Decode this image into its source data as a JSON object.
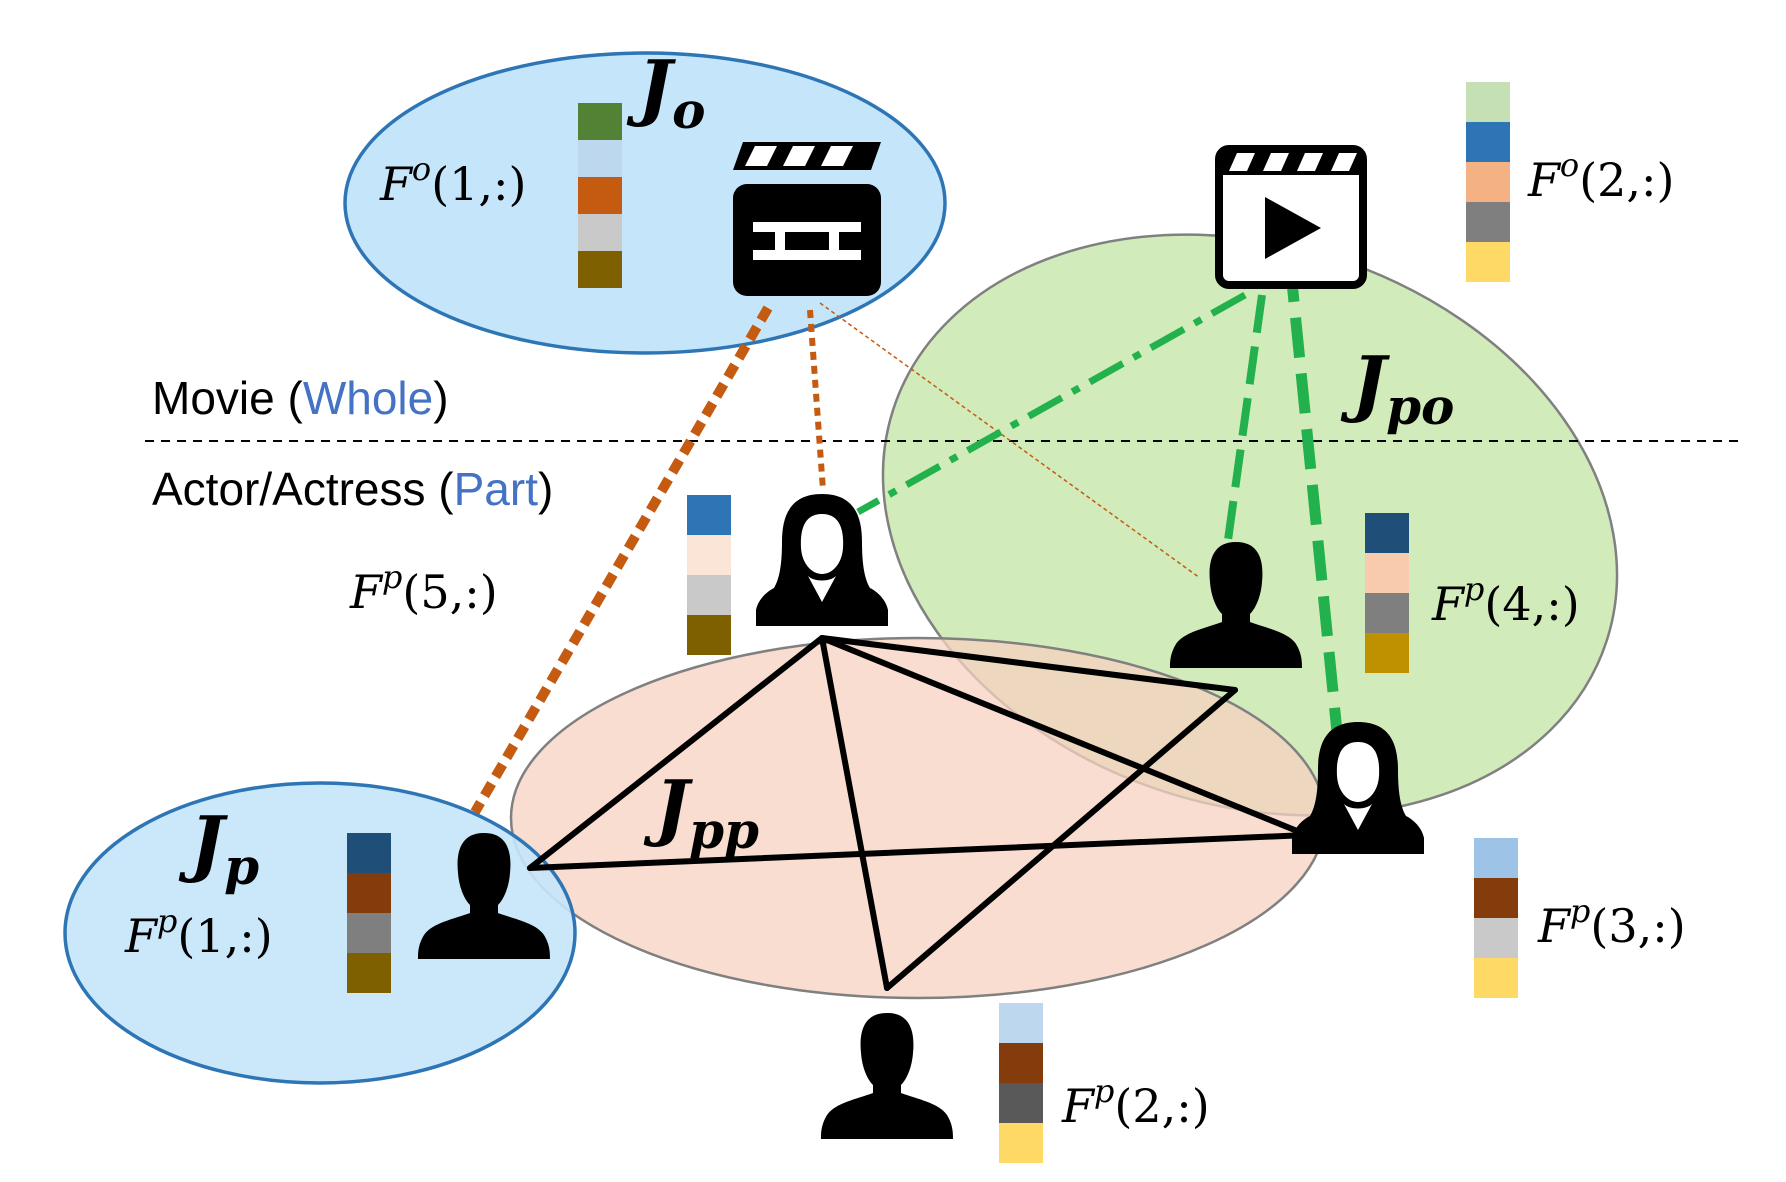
{
  "diagram": {
    "regions": {
      "movie": {
        "prefix": "Movie (",
        "highlight": "Whole",
        "suffix": ")"
      },
      "actor": {
        "prefix": "Actor/Actress (",
        "highlight": "Part",
        "suffix": ")"
      }
    },
    "groups": {
      "jo": {
        "main": "J",
        "sub": "o"
      },
      "jp": {
        "main": "J",
        "sub": "p"
      },
      "jpp": {
        "main": "J",
        "sub": "pp"
      },
      "jpo": {
        "main": "J",
        "sub": "po"
      }
    },
    "features": {
      "fo1": {
        "letter": "F",
        "sup": "o",
        "arg": "(1,:)",
        "colors": [
          "#548235",
          "#bdd7ee",
          "#c55a11",
          "#c9c9c9",
          "#7f6000"
        ]
      },
      "fo2": {
        "letter": "F",
        "sup": "o",
        "arg": "(2,:)",
        "colors": [
          "#c5e0b4",
          "#2e75b6",
          "#f4b183",
          "#7f7f7f",
          "#ffd966"
        ]
      },
      "fp1": {
        "letter": "F",
        "sup": "p",
        "arg": "(1,:)",
        "colors": [
          "#1f4e79",
          "#843c0c",
          "#7f7f7f",
          "#7f6000"
        ]
      },
      "fp2": {
        "letter": "F",
        "sup": "p",
        "arg": "(2,:)",
        "colors": [
          "#bdd7ee",
          "#843c0c",
          "#595959",
          "#ffd966"
        ]
      },
      "fp3": {
        "letter": "F",
        "sup": "p",
        "arg": "(3,:)",
        "colors": [
          "#9dc3e6",
          "#843c0c",
          "#c9c9c9",
          "#ffd966"
        ]
      },
      "fp4": {
        "letter": "F",
        "sup": "p",
        "arg": "(4,:)",
        "colors": [
          "#1f4e79",
          "#f8cbad",
          "#7f7f7f",
          "#bf9000"
        ]
      },
      "fp5": {
        "letter": "F",
        "sup": "p",
        "arg": "(5,:)",
        "colors": [
          "#2e75b6",
          "#fbe5d6",
          "#c9c9c9",
          "#7f6000"
        ]
      }
    },
    "icons": [
      "clapperboard-icon",
      "video-play-icon",
      "female-person-icon",
      "male-person-icon"
    ],
    "colors": {
      "blue_fill": "#c5e6fa",
      "blue_stroke": "#2e75b6",
      "green_fill": "#c9e8ae",
      "orange_fill": "#f6d2c0",
      "dashed_orange": "#c55a11",
      "dashed_green": "#22b14c",
      "highlight_text": "#4472c4"
    }
  }
}
